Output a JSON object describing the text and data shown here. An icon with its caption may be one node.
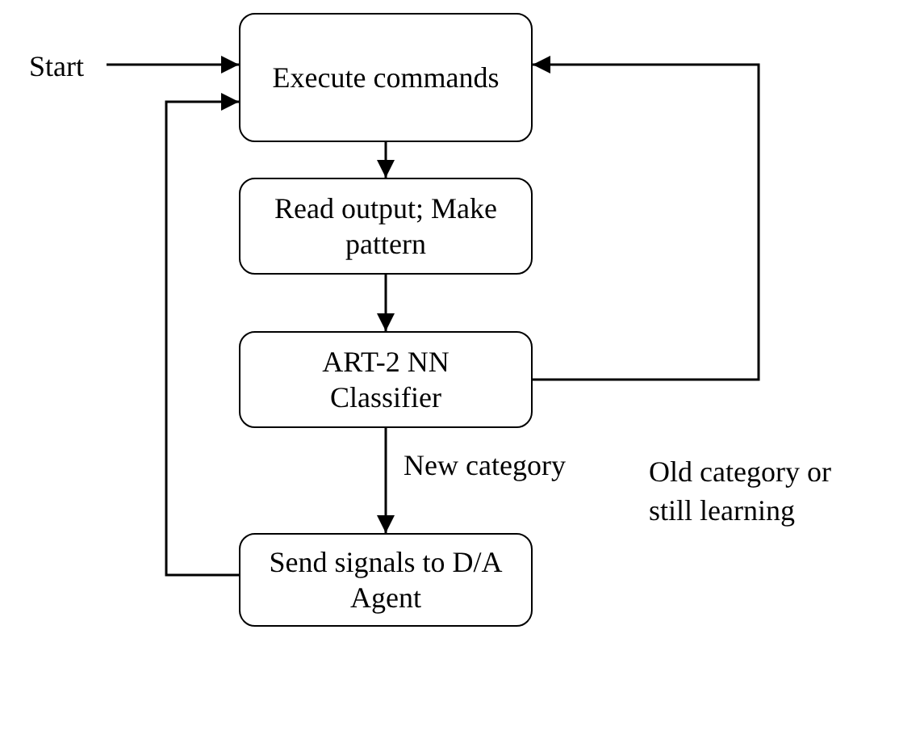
{
  "diagram": {
    "nodes": [
      {
        "text": [
          "Start"
        ]
      },
      {
        "text": [
          "Execute commands"
        ]
      },
      {
        "text": [
          "Read output; Make pattern"
        ]
      },
      {
        "text": [
          "ART-2 NN Classifier"
        ]
      },
      {
        "text": [
          "Send signals to D/A Agent"
        ]
      }
    ],
    "edges": [
      {
        "from": 0,
        "to": 1,
        "arrow": "to"
      },
      {
        "from": 1,
        "to": 2,
        "arrow": "to"
      },
      {
        "from": 2,
        "to": 3,
        "arrow": "to"
      },
      {
        "from": 3,
        "to": 4,
        "arrow": "to",
        "label": "New category"
      },
      {
        "from": 3,
        "to": 1,
        "arrow": "to",
        "label": "Old category or still learning"
      },
      {
        "from": 4,
        "to": 1,
        "arrow": "to"
      }
    ]
  }
}
